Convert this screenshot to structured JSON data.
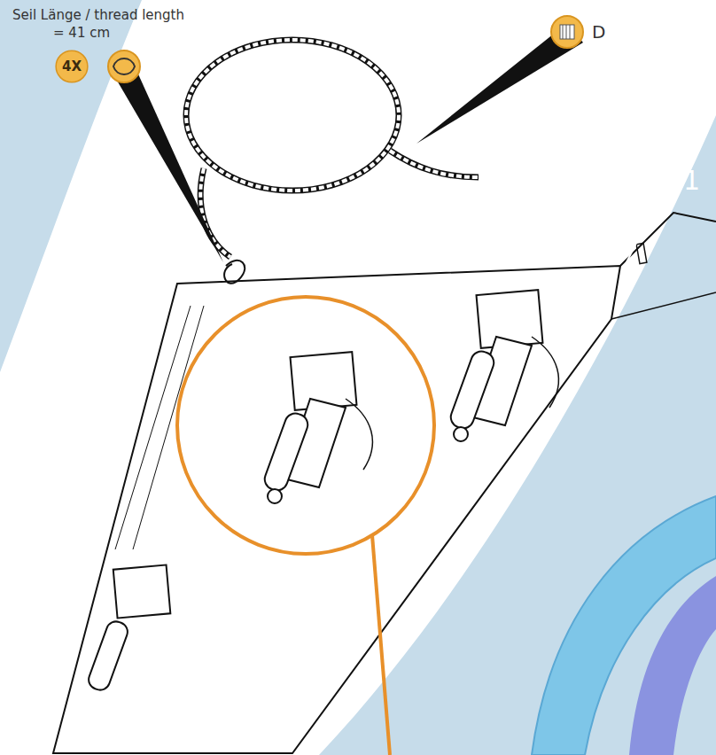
{
  "diagram": {
    "nodes": [
      {
        "text": [
          "4X"
        ]
      }
    ],
    "labels": [
      "Seil Länge / thread length",
      "= 41 cm",
      "D",
      "11"
    ]
  }
}
